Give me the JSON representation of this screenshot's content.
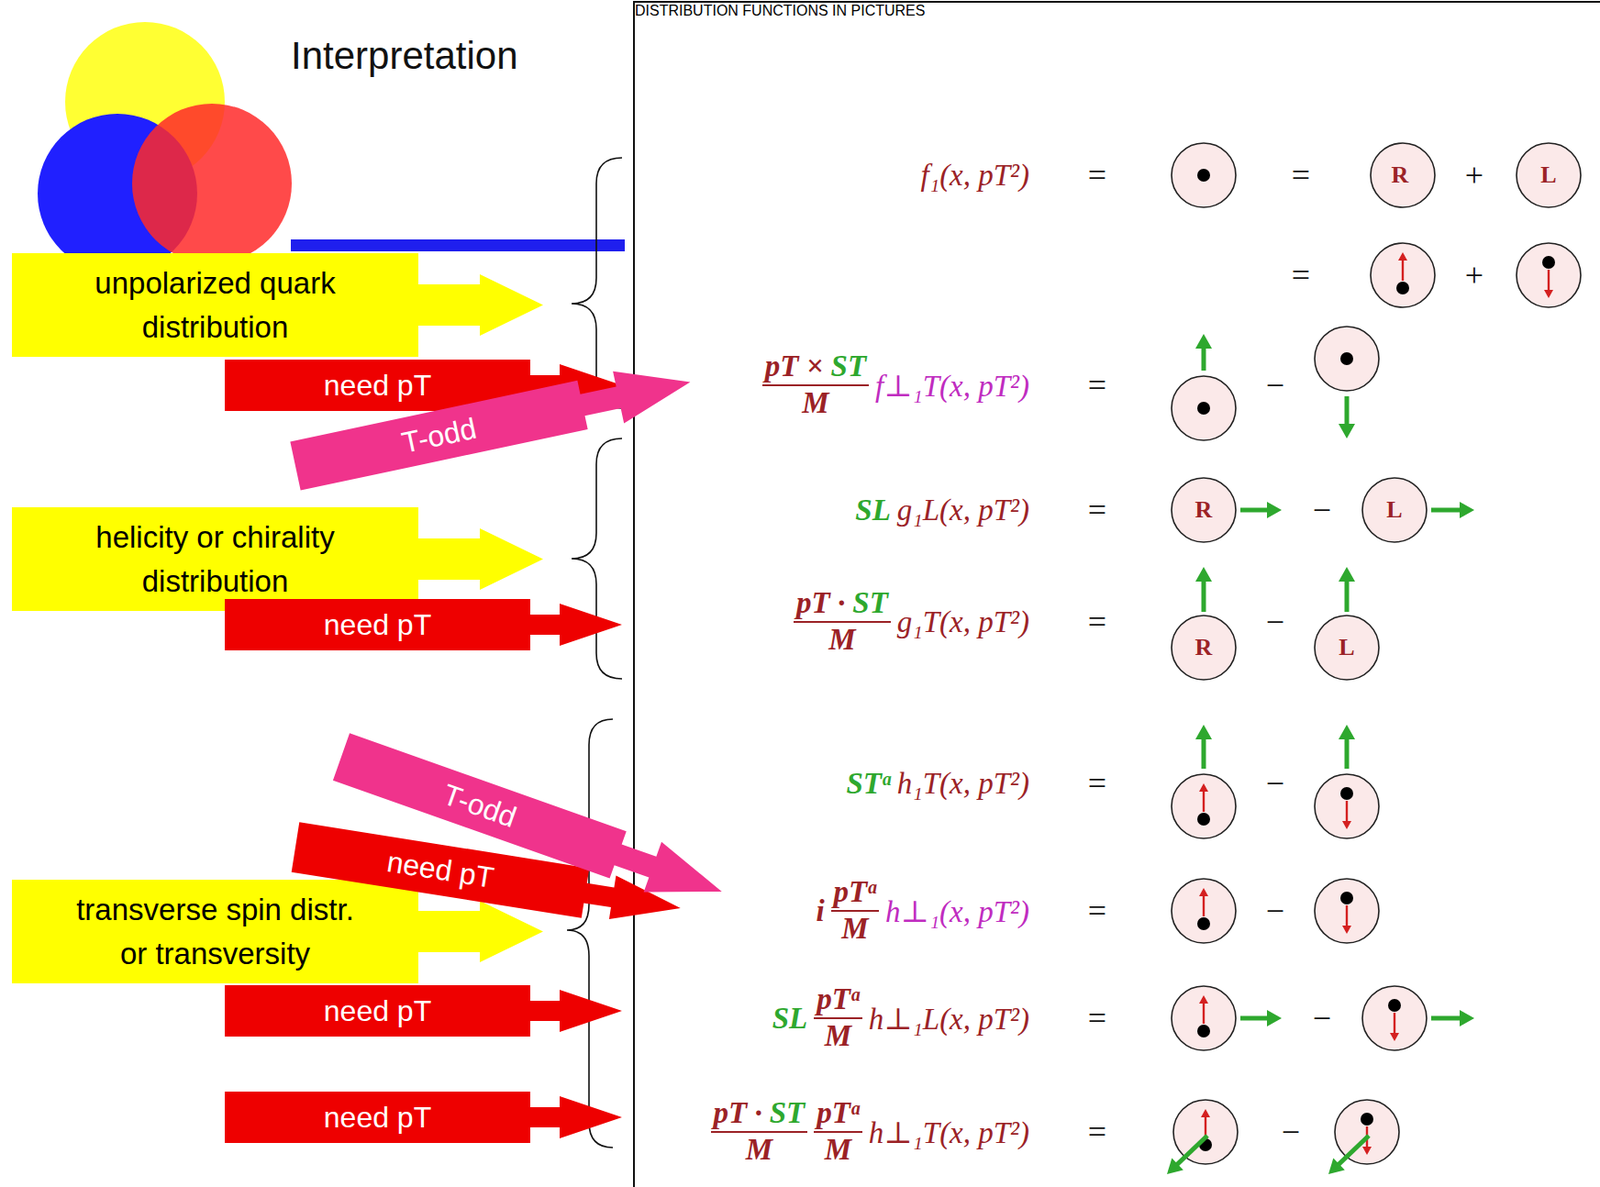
{
  "diagram": {
    "title": "Interpretation",
    "nodes": [
      {
        "text": [
          "unpolarized quark distribution"
        ]
      },
      {
        "text": [
          "need pT"
        ]
      },
      {
        "text": [
          "T-odd"
        ]
      },
      {
        "text": [
          "helicity or chirality distribution"
        ]
      },
      {
        "text": [
          "need pT"
        ]
      },
      {
        "text": [
          "T-odd"
        ]
      },
      {
        "text": [
          "need pT"
        ]
      },
      {
        "text": [
          "transverse spin distr. or transversity"
        ]
      },
      {
        "text": [
          "need pT"
        ]
      },
      {
        "text": [
          "need pT"
        ]
      },
      {
        "text": [
          "DISTRIBUTION FUNCTIONS IN PICTURES"
        ]
      },
      {
        "text": [
          "R"
        ],
        "in": 10
      },
      {
        "text": [
          "L"
        ],
        "in": 10
      },
      {
        "text": [
          "R"
        ],
        "in": 10
      },
      {
        "text": [
          "L"
        ],
        "in": 10
      },
      {
        "text": [
          "R"
        ],
        "in": 10
      },
      {
        "text": [
          "L"
        ],
        "in": 10
      }
    ],
    "labels": [
      "f₁(x, pT²)",
      "=",
      "=",
      "+",
      "=",
      "+",
      "pT ×",
      "ST",
      "M",
      "f⊥₁T(x, pT²)",
      "=",
      "−",
      "SL",
      "g₁L(x, pT²)",
      "=",
      "−",
      "pT ·",
      "ST",
      "M",
      "g₁T(x, pT²)",
      "=",
      "−",
      "STᵅ",
      "h₁T(x, pT²)",
      "=",
      "−",
      "i",
      "pTᵅ",
      "M",
      "h⊥₁(x, pT²)",
      "=",
      "−",
      "SL",
      "pTᵅ",
      "M",
      "h⊥₁L(x, pT²)",
      "=",
      "−",
      "pT ·",
      "ST",
      "M",
      "pTᵅ",
      "M",
      "h⊥₁T(x, pT²)",
      "=",
      "−"
    ]
  }
}
